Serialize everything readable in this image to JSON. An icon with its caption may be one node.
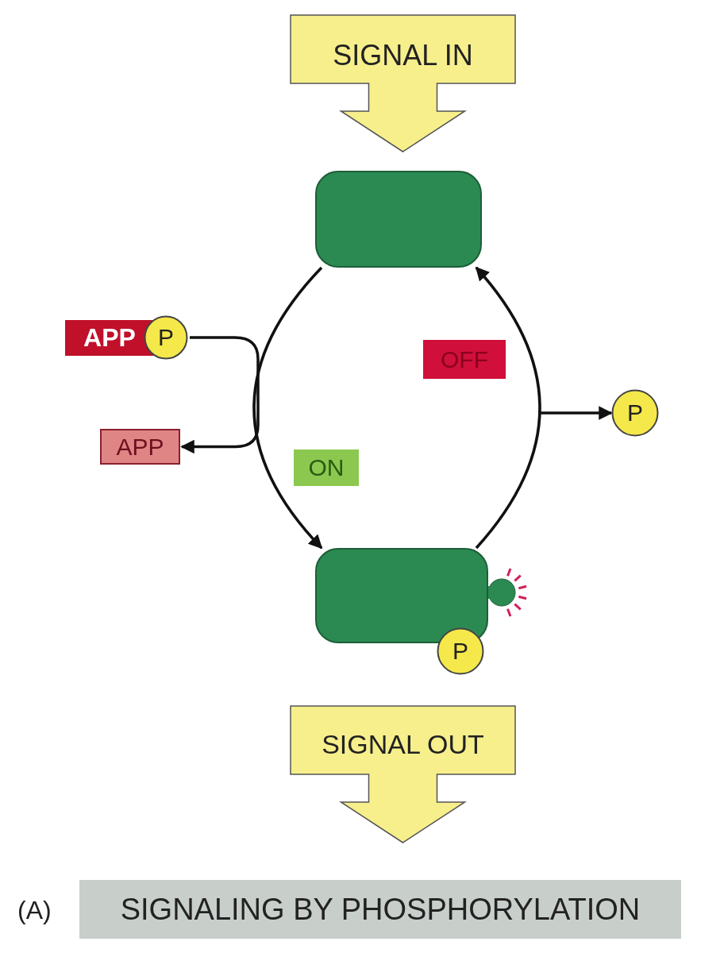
{
  "diagram": {
    "caption": "SIGNALING BY PHOSPHORYLATION",
    "nodes": [
      {
        "text": [
          "SIGNAL IN"
        ]
      },
      {
        "text": [],
        "shape": "box"
      },
      {
        "text": [
          "APP"
        ]
      },
      {
        "text": [
          "P"
        ]
      },
      {
        "text": [
          "APP"
        ]
      },
      {
        "text": [
          "OFF"
        ]
      },
      {
        "text": [
          "P"
        ]
      },
      {
        "text": [
          "ON"
        ]
      },
      {
        "text": [],
        "shape": "box"
      },
      {
        "text": [
          "P"
        ]
      },
      {
        "text": [
          "SIGNAL OUT"
        ]
      }
    ],
    "edges": [
      {
        "from": 1,
        "to": 8,
        "arrow": "to"
      },
      {
        "from": 8,
        "to": 1,
        "arrow": "to"
      },
      {
        "from": 3,
        "to": 4,
        "arrow": "to"
      },
      {
        "from": null,
        "to": 6,
        "arrow": "to"
      }
    ],
    "labels": [
      "(A)"
    ]
  }
}
